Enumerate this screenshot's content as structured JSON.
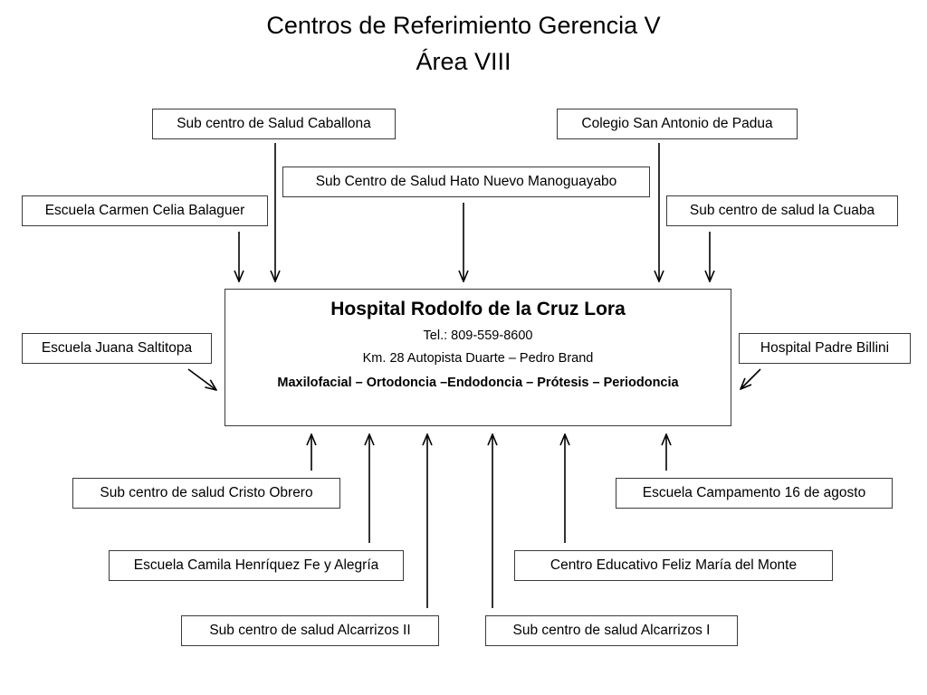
{
  "title": {
    "line1": "Centros de Referimiento Gerencia V",
    "line2": "Área VIII"
  },
  "center": {
    "name": "Hospital Rodolfo de la Cruz Lora",
    "phone": "Tel.: 809-559-8600",
    "address": "Km. 28 Autopista Duarte – Pedro Brand",
    "specialties": "Maxilofacial – Ortodoncia –Endodoncia – Prótesis – Periodoncia"
  },
  "centers": {
    "caballona": "Sub centro de Salud Caballona",
    "san_antonio": "Colegio San Antonio de Padua",
    "hato_nuevo": "Sub Centro de Salud Hato Nuevo Manoguayabo",
    "carmen_celia": "Escuela Carmen Celia Balaguer",
    "la_cuaba": "Sub centro de salud la Cuaba",
    "juana_saltitopa": "Escuela Juana Saltitopa",
    "padre_billini": "Hospital Padre Billini",
    "cristo_obrero": "Sub centro de salud Cristo Obrero",
    "campamento": "Escuela Campamento 16 de agosto",
    "camila_henriquez": "Escuela Camila Henríquez Fe y Alegría",
    "feliz_maria": "Centro Educativo Feliz María del Monte",
    "alcarrizos_ii": "Sub centro  de salud Alcarrizos II",
    "alcarrizos_i": "Sub centro  de salud Alcarrizos I"
  }
}
